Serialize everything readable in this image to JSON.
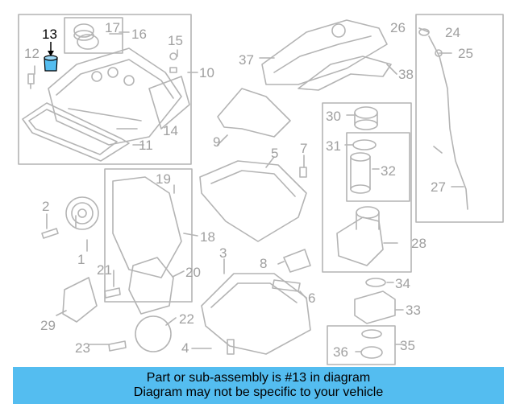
{
  "diagram": {
    "highlighted_part": "13",
    "callouts": [
      "1",
      "2",
      "3",
      "4",
      "5",
      "6",
      "7",
      "8",
      "9",
      "10",
      "11",
      "12",
      "13",
      "14",
      "15",
      "16",
      "17",
      "19",
      "18",
      "20",
      "21",
      "22",
      "23",
      "24",
      "25",
      "26",
      "27",
      "28",
      "29",
      "30",
      "31",
      "32",
      "33",
      "34",
      "35",
      "36",
      "37",
      "38"
    ]
  },
  "banner": {
    "line1": "Part or sub-assembly is #13 in diagram",
    "line2": "Diagram may not be specific to your vehicle"
  },
  "colors": {
    "part_line": "#b4b4b4",
    "label": "#a0a0a0",
    "highlight": "#000000",
    "banner_bg": "#54bdf0"
  }
}
